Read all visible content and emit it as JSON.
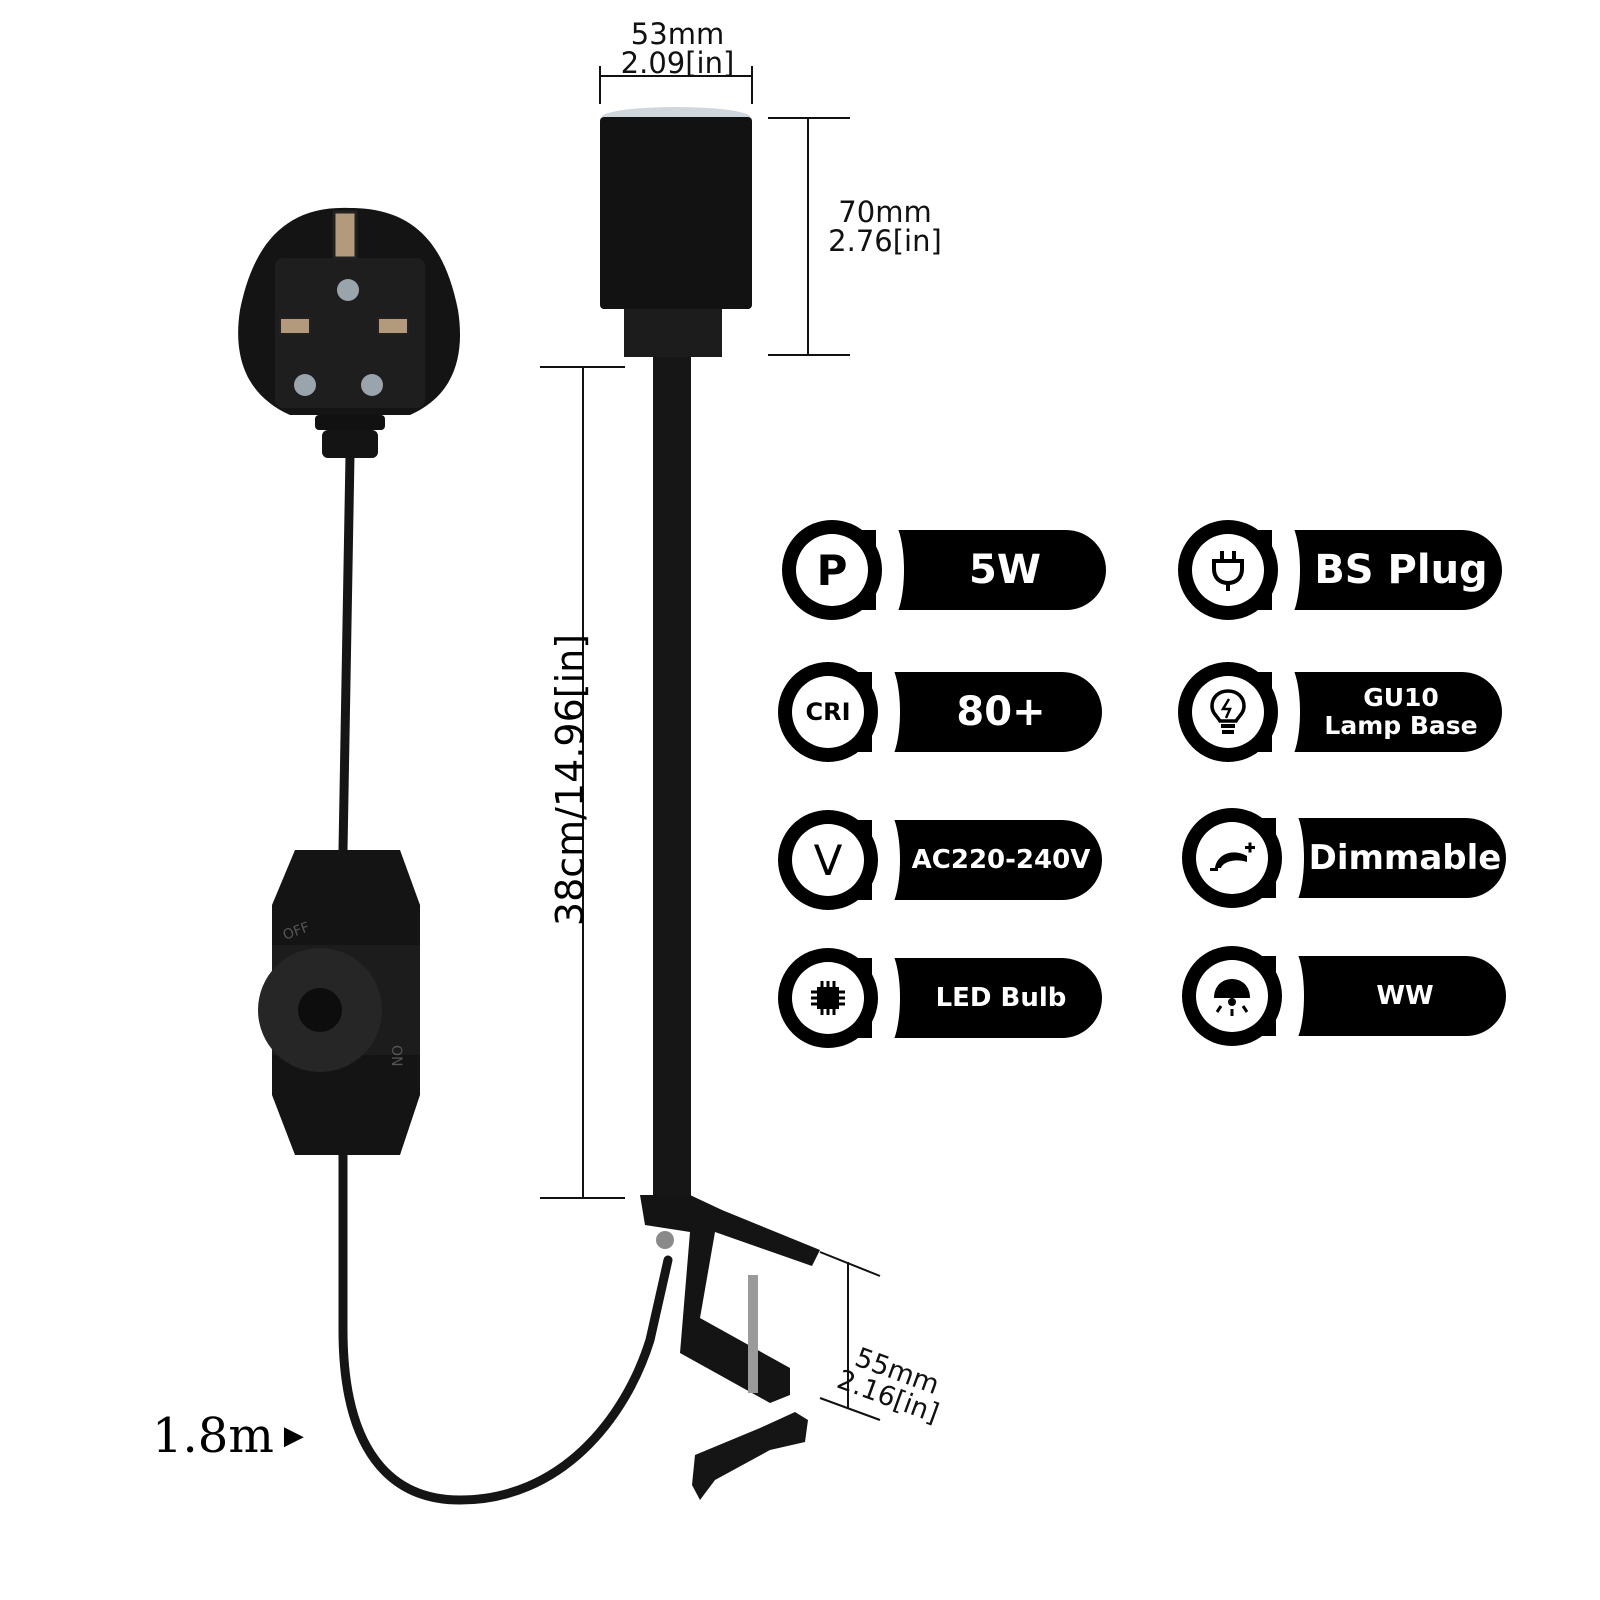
{
  "dimensions": {
    "shade_width": {
      "metric": "53mm",
      "imperial": "2.09[in]"
    },
    "shade_height": {
      "metric": "70mm",
      "imperial": "2.76[in]"
    },
    "pole_length": "38cm/14.96[in]",
    "clamp_opening": {
      "metric": "55mm",
      "imperial": "2.16[in]"
    },
    "cord_length": "1.8m"
  },
  "dimmer": {
    "off_label": "OFF",
    "on_label": "ON"
  },
  "specs": [
    {
      "icon": "power-p-icon",
      "icon_text": "P",
      "value": "5W"
    },
    {
      "icon": "plug-icon",
      "icon_text": "",
      "value": "BS Plug"
    },
    {
      "icon": "cri-icon",
      "icon_text": "CRI",
      "value": "80+"
    },
    {
      "icon": "bulb-icon",
      "icon_text": "",
      "value_line1": "GU10",
      "value_line2": "Lamp Base"
    },
    {
      "icon": "voltage-v-icon",
      "icon_text": "V",
      "value": "AC220-240V"
    },
    {
      "icon": "dimmer-icon",
      "icon_text": "",
      "value": "Dimmable"
    },
    {
      "icon": "chip-icon",
      "icon_text": "",
      "value": "LED Bulb"
    },
    {
      "icon": "lamp-shade-icon",
      "icon_text": "",
      "value": "WW"
    }
  ],
  "colors": {
    "product_black": "#111111",
    "badge_black": "#000000",
    "background": "#ffffff"
  }
}
